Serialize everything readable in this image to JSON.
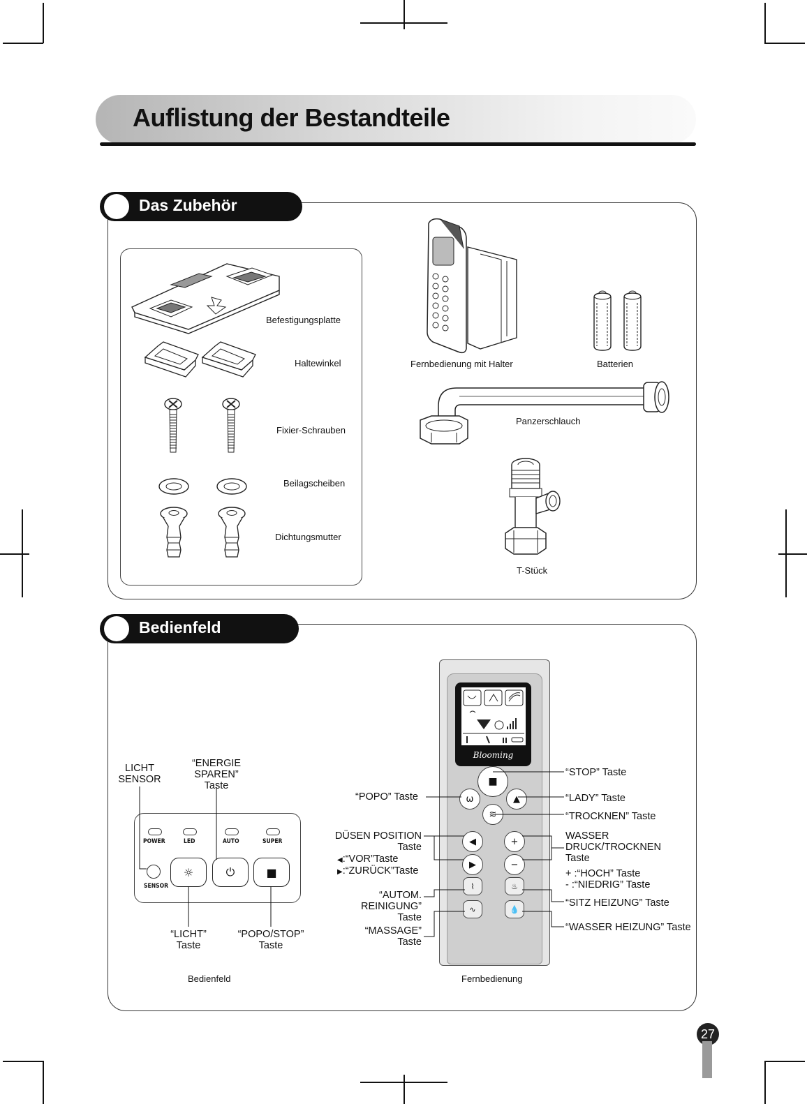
{
  "page": {
    "title": "Auflistung der Bestandteile",
    "page_number": "27"
  },
  "accessories": {
    "heading": "Das Zubehör",
    "items": {
      "mounting_plate": "Befestigungsplatte",
      "brackets": "Haltewinkel",
      "screws": "Fixier-Schrauben",
      "washers": "Beilagscheiben",
      "seal_nuts": "Dichtungsmutter",
      "remote_holder": "Fernbedienung mit Halter",
      "batteries": "Batterien",
      "hose": "Panzerschlauch",
      "tee": "T-Stück"
    }
  },
  "control": {
    "heading": "Bedienfeld",
    "panel_caption": "Bedienfeld",
    "remote_caption": "Fernbedienung",
    "panel": {
      "leds": [
        "POWER",
        "LED",
        "AUTO",
        "SUPER"
      ],
      "sensor_label": "SENSOR",
      "callouts": {
        "light_sensor": [
          "LICHT",
          "SENSOR"
        ],
        "energy_save": [
          "“ENERGIE",
          "SPAREN”",
          "Taste"
        ],
        "light_btn": [
          "“LICHT”",
          "Taste"
        ],
        "popo_stop": [
          "“POPO/STOP”",
          "Taste"
        ]
      }
    },
    "remote": {
      "brand": "Blooming",
      "left_callouts": {
        "popo": "“POPO” Taste",
        "nozzle": [
          "DÜSEN POSITION",
          "Taste"
        ],
        "forward": ":“VOR”Taste",
        "back": ":“ZURÜCK”Taste",
        "auto_clean": [
          "“AUTOM.",
          "REINIGUNG”",
          "Taste"
        ],
        "massage": [
          "“MASSAGE”",
          "Taste"
        ]
      },
      "right_callouts": {
        "stop": "“STOP” Taste",
        "lady": "“LADY” Taste",
        "dry": "“TROCKNEN” Taste",
        "water": [
          "WASSER",
          "DRUCK/TROCKNEN",
          "Taste"
        ],
        "plus": "+ :“HOCH” Taste",
        "minus": "- :“NIEDRIG” Taste",
        "seat_heat": "“SITZ HEIZUNG” Taste",
        "water_heat": "“WASSER HEIZUNG” Taste"
      }
    }
  }
}
